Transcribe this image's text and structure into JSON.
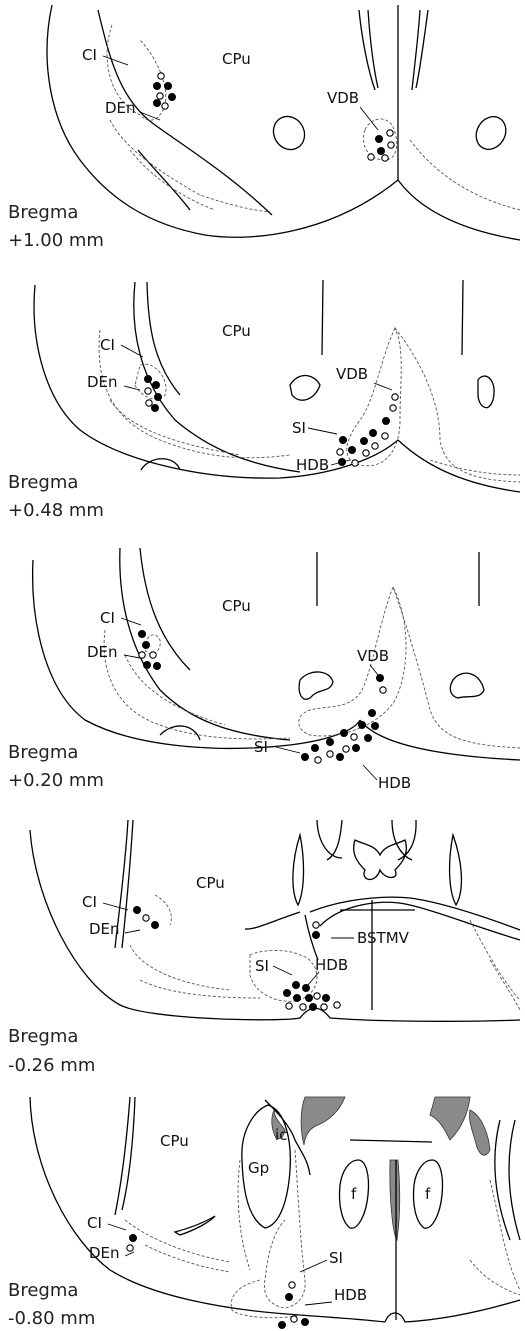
{
  "panels": [
    {
      "id": "p1",
      "bregma": [
        "Bregma",
        "+1.00 mm"
      ],
      "labels": [
        "CI",
        "CPu",
        "DEn",
        "VDB"
      ]
    },
    {
      "id": "p2",
      "bregma": [
        "Bregma",
        "+0.48 mm"
      ],
      "labels": [
        "CPu",
        "CI",
        "DEn",
        "VDB",
        "SI",
        "HDB"
      ]
    },
    {
      "id": "p3",
      "bregma": [
        "Bregma",
        "+0.20 mm"
      ],
      "labels": [
        "CPu",
        "CI",
        "DEn",
        "VDB",
        "SI",
        "HDB"
      ]
    },
    {
      "id": "p4",
      "bregma": [
        "Bregma",
        "-0.26 mm"
      ],
      "labels": [
        "CPu",
        "CI",
        "DEn",
        "BSTMV",
        "SI",
        "HDB"
      ]
    },
    {
      "id": "p5",
      "bregma": [
        "Bregma",
        "-0.80 mm"
      ],
      "labels": [
        "ic",
        "CPu",
        "Gp",
        "f",
        "f",
        "CI",
        "DEn",
        "SI",
        "HDB"
      ]
    }
  ],
  "colors": {
    "line": "#000000",
    "dashed_outline": "#555555",
    "filled_dot": "#000000",
    "open_dot": "#ffffff",
    "shaded_region": "#8a8a8a"
  }
}
